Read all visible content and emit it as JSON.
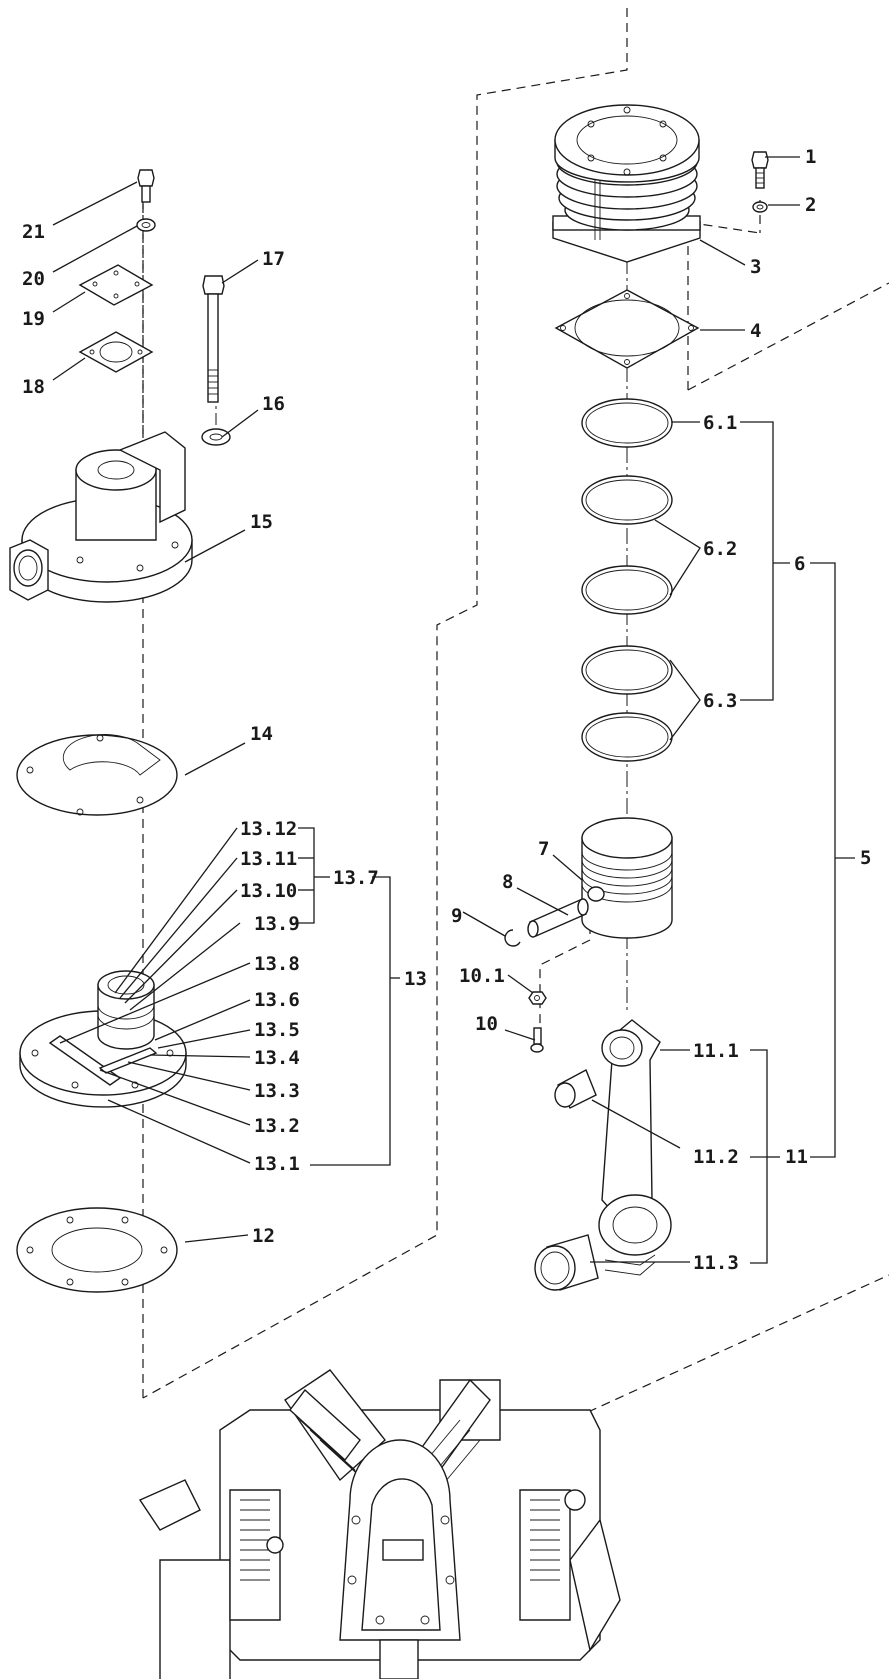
{
  "diagram": {
    "type": "exploded-parts-view",
    "callouts": [
      {
        "id": "c1",
        "text": "1"
      },
      {
        "id": "c2",
        "text": "2"
      },
      {
        "id": "c3",
        "text": "3"
      },
      {
        "id": "c4",
        "text": "4"
      },
      {
        "id": "c5",
        "text": "5"
      },
      {
        "id": "c6",
        "text": "6"
      },
      {
        "id": "c6_1",
        "text": "6.1"
      },
      {
        "id": "c6_2",
        "text": "6.2"
      },
      {
        "id": "c6_3",
        "text": "6.3"
      },
      {
        "id": "c7",
        "text": "7"
      },
      {
        "id": "c8",
        "text": "8"
      },
      {
        "id": "c9",
        "text": "9"
      },
      {
        "id": "c10",
        "text": "10"
      },
      {
        "id": "c10_1",
        "text": "10.1"
      },
      {
        "id": "c11",
        "text": "11"
      },
      {
        "id": "c11_1",
        "text": "11.1"
      },
      {
        "id": "c11_2",
        "text": "11.2"
      },
      {
        "id": "c11_3",
        "text": "11.3"
      },
      {
        "id": "c12",
        "text": "12"
      },
      {
        "id": "c13",
        "text": "13"
      },
      {
        "id": "c13_1",
        "text": "13.1"
      },
      {
        "id": "c13_2",
        "text": "13.2"
      },
      {
        "id": "c13_3",
        "text": "13.3"
      },
      {
        "id": "c13_4",
        "text": "13.4"
      },
      {
        "id": "c13_5",
        "text": "13.5"
      },
      {
        "id": "c13_6",
        "text": "13.6"
      },
      {
        "id": "c13_7",
        "text": "13.7"
      },
      {
        "id": "c13_8",
        "text": "13.8"
      },
      {
        "id": "c13_9",
        "text": "13.9"
      },
      {
        "id": "c13_10",
        "text": "13.10"
      },
      {
        "id": "c13_11",
        "text": "13.11"
      },
      {
        "id": "c13_12",
        "text": "13.12"
      },
      {
        "id": "c14",
        "text": "14"
      },
      {
        "id": "c15",
        "text": "15"
      },
      {
        "id": "c16",
        "text": "16"
      },
      {
        "id": "c17",
        "text": "17"
      },
      {
        "id": "c18",
        "text": "18"
      },
      {
        "id": "c19",
        "text": "19"
      },
      {
        "id": "c20",
        "text": "20"
      },
      {
        "id": "c21",
        "text": "21"
      }
    ]
  }
}
